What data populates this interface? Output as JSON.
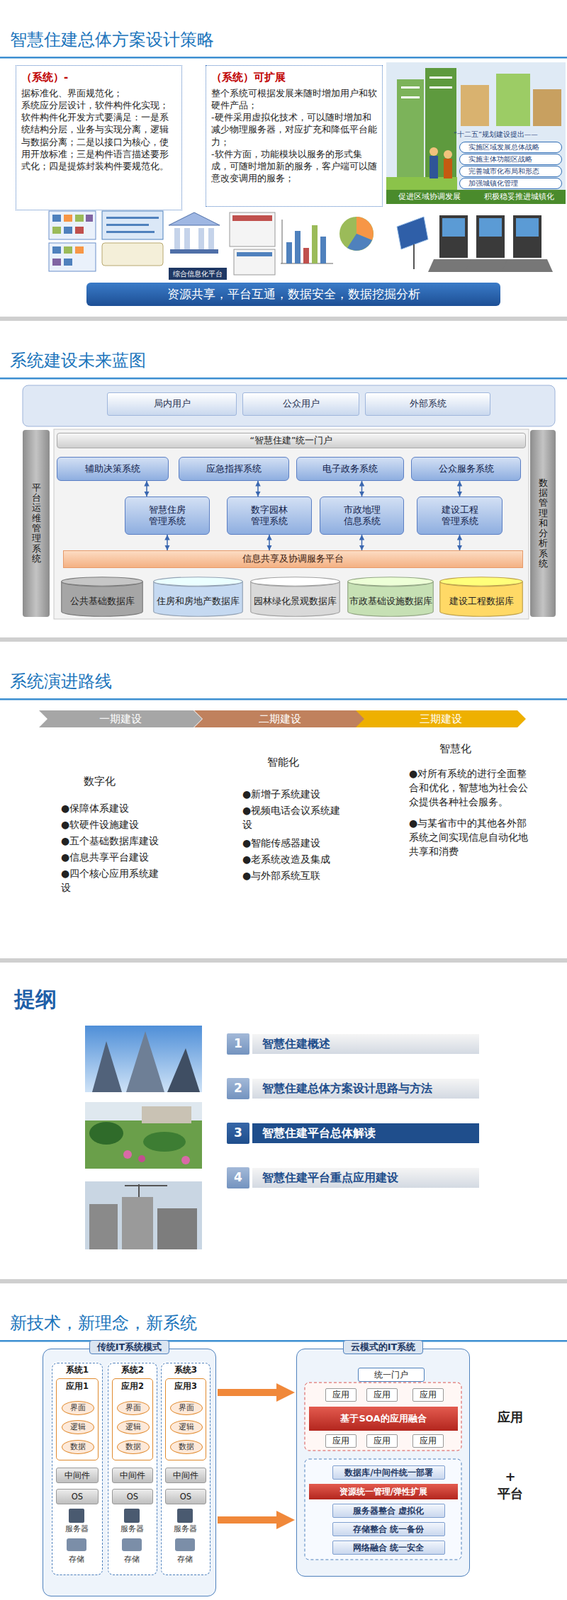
{
  "diagram": {
    "nodes": [
      {
        "text": [
          "智慧住建总体方案设计策略"
        ]
      },
      {
        "text": [
          "（系统）-",
          "据标准化、界面规范化；",
          "系统应分层设计，软件构件化实现；",
          "软件构件化开发方式要满足：一是系统结构分层，业务与实现分离，逻辑与数据分离；二是以接口为核心，使用开放标准；三是构件语言描述要形式化；四是提炼封装构件要规范化。"
        ],
        "in": 0
      },
      {
        "text": [
          "（系统）可扩展",
          "整个系统可根据发展来随时增加用户和软硬件产品；",
          "-硬件采用虚拟化技术，可以随时增加和减少物理服务器，对应扩充和降低平台能力；",
          "-软件方面，功能模块以服务的形式集成，可随时增加新的服务，客户端可以随意改变调用的服务；"
        ],
        "in": 0
      },
      {
        "text": [
          "促进区域协调发展",
          "积极稳妥推进城镇化"
        ],
        "in": 0
      },
      {
        "text": [
          "实施区域发展总体战略"
        ],
        "in": 0
      },
      {
        "text": [
          "实施主体功能区战略"
        ],
        "in": 0
      },
      {
        "text": [
          "完善城市化布局和形态"
        ],
        "in": 0
      },
      {
        "text": [
          "加强城镇化管理"
        ],
        "in": 0
      },
      {
        "text": [
          "综合信息化平台"
        ],
        "in": 0
      },
      {
        "text": [
          "资源共享，平台互通，数据安全，数据挖掘分析"
        ],
        "in": 0
      },
      {
        "text": [
          "系统建设未来蓝图"
        ]
      },
      {
        "text": [
          "局内用户"
        ],
        "in": 10
      },
      {
        "text": [
          "公众用户"
        ],
        "in": 10
      },
      {
        "text": [
          "外部系统"
        ],
        "in": 10
      },
      {
        "text": [
          "平台运维管理系统"
        ],
        "in": 10
      },
      {
        "text": [
          "数据管理和分析系统"
        ],
        "in": 10
      },
      {
        "text": [
          "“智慧住建”统一门户"
        ],
        "in": 10
      },
      {
        "text": [
          "辅助决策系统"
        ],
        "in": 10
      },
      {
        "text": [
          "应急指挥系统"
        ],
        "in": 10
      },
      {
        "text": [
          "电子政务系统"
        ],
        "in": 10
      },
      {
        "text": [
          "公众服务系统"
        ],
        "in": 10
      },
      {
        "text": [
          "智慧住房管理系统"
        ],
        "in": 10
      },
      {
        "text": [
          "数字园林管理系统"
        ],
        "in": 10
      },
      {
        "text": [
          "市政地理信息系统"
        ],
        "in": 10
      },
      {
        "text": [
          "建设工程管理系统"
        ],
        "in": 10
      },
      {
        "text": [
          "信息共享及协调服务平台"
        ],
        "in": 10
      },
      {
        "text": [
          "公共基础数据库"
        ],
        "in": 10
      },
      {
        "text": [
          "住房和房地产数据库"
        ],
        "in": 10
      },
      {
        "text": [
          "园林绿化景观数据库"
        ],
        "in": 10
      },
      {
        "text": [
          "市政基础设施数据库"
        ],
        "in": 10
      },
      {
        "text": [
          "建设工程数据库"
        ],
        "in": 10
      },
      {
        "text": [
          "系统演进路线"
        ]
      },
      {
        "text": [
          "一期建设"
        ],
        "in": 31
      },
      {
        "text": [
          "二期建设"
        ],
        "in": 31
      },
      {
        "text": [
          "三期建设"
        ],
        "in": 31
      },
      {
        "text": [
          "提纲"
        ]
      },
      {
        "text": [
          "1"
        ],
        "in": 35
      },
      {
        "text": [
          "智慧住建概述"
        ],
        "in": 35
      },
      {
        "text": [
          "2"
        ],
        "in": 35
      },
      {
        "text": [
          "智慧住建总体方案设计思路与方法"
        ],
        "in": 35
      },
      {
        "text": [
          "3"
        ],
        "in": 35
      },
      {
        "text": [
          "智慧住建平台总体解读"
        ],
        "in": 35
      },
      {
        "text": [
          "4"
        ],
        "in": 35
      },
      {
        "text": [
          "智慧住建平台重点应用建设"
        ],
        "in": 35
      },
      {
        "text": [
          "新技术，新理念，新系统"
        ]
      },
      {
        "text": [
          "传统IT系统模式"
        ],
        "in": 44
      },
      {
        "text": [
          "系统1"
        ],
        "in": 45
      },
      {
        "text": [
          "应用1"
        ],
        "in": 46
      },
      {
        "text": [
          "界面"
        ],
        "in": 47
      },
      {
        "text": [
          "逻辑"
        ],
        "in": 47
      },
      {
        "text": [
          "数据"
        ],
        "in": 47
      },
      {
        "text": [
          "中间件"
        ],
        "in": 46
      },
      {
        "text": [
          "OS"
        ],
        "in": 46
      },
      {
        "text": [
          "系统2"
        ],
        "in": 45
      },
      {
        "text": [
          "应用2"
        ],
        "in": 53
      },
      {
        "text": [
          "界面"
        ],
        "in": 54
      },
      {
        "text": [
          "逻辑"
        ],
        "in": 54
      },
      {
        "text": [
          "数据"
        ],
        "in": 54
      },
      {
        "text": [
          "中间件"
        ],
        "in": 53
      },
      {
        "text": [
          "OS"
        ],
        "in": 53
      },
      {
        "text": [
          "系统3"
        ],
        "in": 45
      },
      {
        "text": [
          "应用3"
        ],
        "in": 60
      },
      {
        "text": [
          "界面"
        ],
        "in": 61
      },
      {
        "text": [
          "逻辑"
        ],
        "in": 61
      },
      {
        "text": [
          "数据"
        ],
        "in": 61
      },
      {
        "text": [
          "中间件"
        ],
        "in": 60
      },
      {
        "text": [
          "OS"
        ],
        "in": 60
      },
      {
        "text": [
          "云模式的IT系统"
        ],
        "in": 44
      },
      {
        "text": [
          "统一门户"
        ],
        "in": 67
      },
      {
        "text": [
          "应用"
        ],
        "in": 67
      },
      {
        "text": [
          "应用"
        ],
        "in": 67
      },
      {
        "text": [
          "应用"
        ],
        "in": 67
      },
      {
        "text": [
          "基于SOA的应用融合"
        ],
        "in": 67
      },
      {
        "text": [
          "应用"
        ],
        "in": 67
      },
      {
        "text": [
          "应用"
        ],
        "in": 67
      },
      {
        "text": [
          "应用"
        ],
        "in": 67
      },
      {
        "text": [
          "数据库/中间件统一部署"
        ],
        "in": 67
      },
      {
        "text": [
          "资源统一管理/弹性扩展"
        ],
        "in": 67
      },
      {
        "text": [
          "服务器整合 虚拟化"
        ],
        "in": 67
      },
      {
        "text": [
          "存储整合 统一备份"
        ],
        "in": 67
      },
      {
        "text": [
          "网络融合 统一安全"
        ],
        "in": 67
      }
    ],
    "edges": [
      {
        "from": 17,
        "to": 21,
        "arrow": "both"
      },
      {
        "from": 18,
        "to": 22,
        "arrow": "both"
      },
      {
        "from": 19,
        "to": 23,
        "arrow": "both"
      },
      {
        "from": 20,
        "to": 24,
        "arrow": "both"
      },
      {
        "from": 21,
        "to": 25,
        "arrow": "both"
      },
      {
        "from": 22,
        "to": 25,
        "arrow": "both"
      },
      {
        "from": 23,
        "to": 25,
        "arrow": "both"
      },
      {
        "from": 24,
        "to": 25,
        "arrow": "both"
      },
      {
        "from": 45,
        "to": 67,
        "arrow": "to"
      },
      {
        "from": 45,
        "to": 67,
        "arrow": "to"
      }
    ],
    "labels": [
      "“十二五”规划建设提出——",
      "数字化",
      "●保障体系建设",
      "●软硬件设施建设",
      "●五个基础数据库建设",
      "●信息共享平台建设",
      "●四个核心应用系统建设",
      "智能化",
      "●新增子系统建设",
      "●视频电话会议系统建设",
      "●智能传感器建设",
      "●老系统改造及集成",
      "●与外部系统互联",
      "智慧化",
      "●对所有系统的进行全面整合和优化，智慧地为社会公众提供各种社会服务。",
      "●与某省市中的其他各外部系统之间实现信息自动化地共享和消费",
      "服务器",
      "存储",
      "服务器",
      "存储",
      "服务器",
      "存储",
      "应用",
      "+",
      "平台"
    ]
  }
}
